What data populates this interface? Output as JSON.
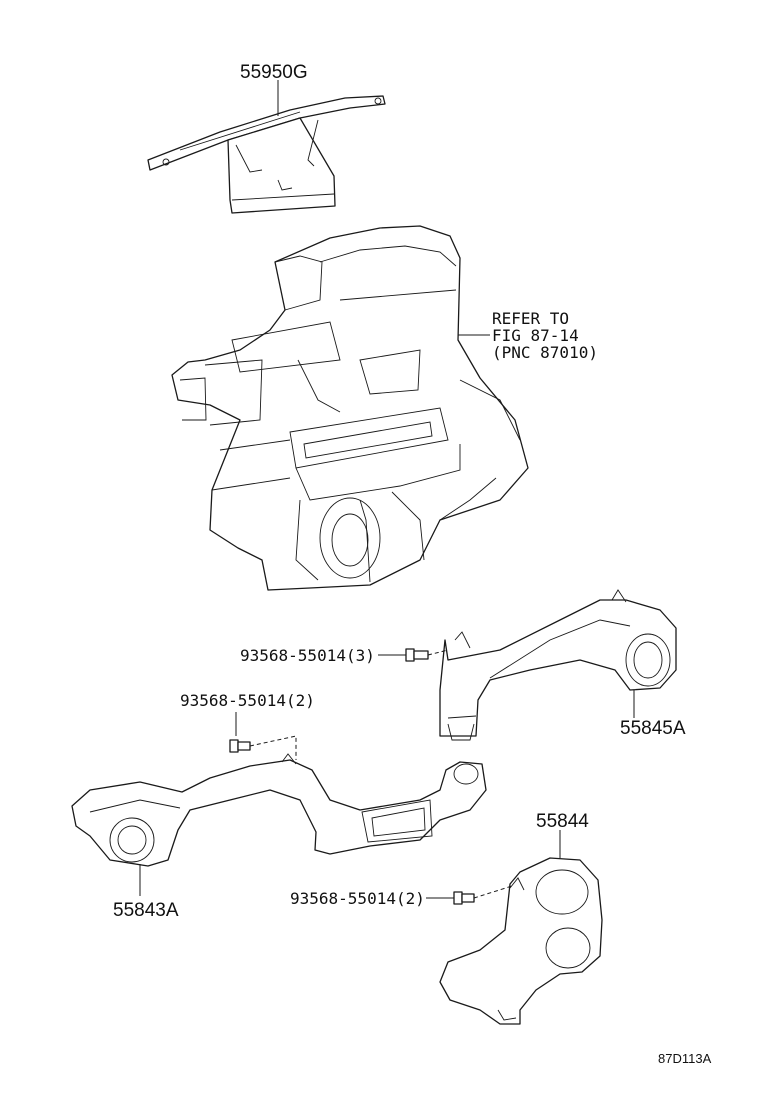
{
  "labels": {
    "part_55950g": "55950G",
    "refer_line1": "REFER TO",
    "refer_line2": "FIG 87-14",
    "refer_line3": "(PNC 87010)",
    "bolt_3": "93568-55014(3)",
    "part_55845a": "55845A",
    "bolt_2_upper": "93568-55014(2)",
    "part_55843a": "55843A",
    "part_55844": "55844",
    "bolt_2_lower": "93568-55014(2)",
    "figure_code": "87D113A"
  }
}
